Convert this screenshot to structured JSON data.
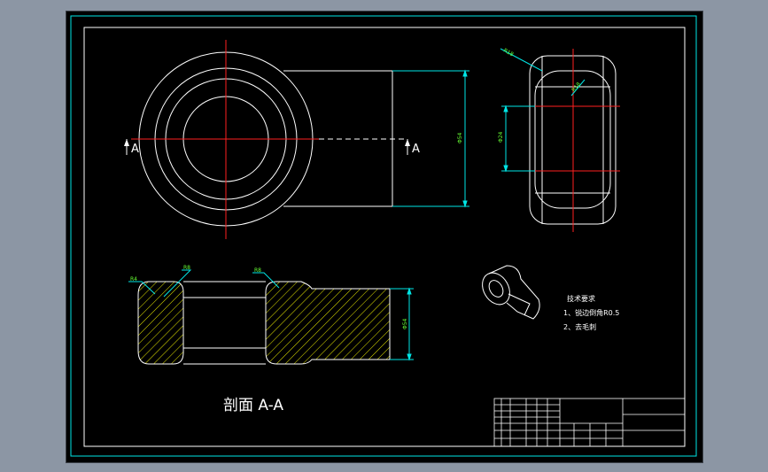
{
  "drawing": {
    "section_marker_left": "A",
    "section_marker_right": "A",
    "section_title": "剖面 A-A",
    "notes": {
      "heading": "技术要求",
      "line1": "1、锐边倒角R0.5",
      "line2": "2、去毛刺"
    },
    "dimensions": {
      "top_height": "Φ54",
      "side_inner": "Φ24",
      "side_radius": "R18",
      "side_radius_inner": "R18",
      "section_height": "Φ54",
      "section_r1": "R4",
      "section_r2": "R8",
      "section_r3": "R8"
    },
    "colors": {
      "background": "#000000",
      "outline": "#ffffff",
      "centerline": "#ff2020",
      "dimension": "#00e6e6",
      "hatch": "#e8e800",
      "frame": "#00e6e6",
      "dim_text": "#66ff33"
    }
  }
}
